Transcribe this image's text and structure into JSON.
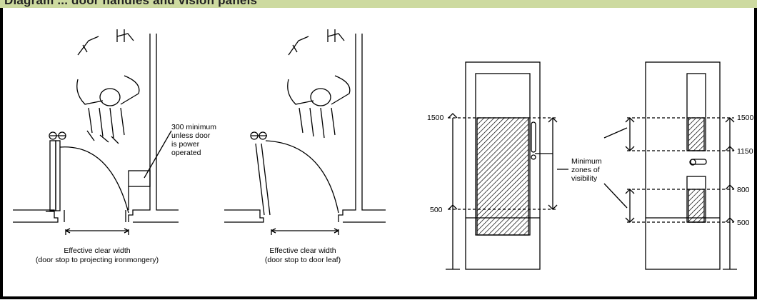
{
  "page": {
    "header_text": "Diagram ... door handles and vision panels"
  },
  "panel_left": {
    "note_lines": [
      "300 minimum",
      "unless door",
      "is power",
      "operated"
    ],
    "caption_lines": [
      "Effective clear width",
      "(door stop to projecting ironmongery)"
    ]
  },
  "panel_middle": {
    "caption_lines": [
      "Effective clear width",
      "(door stop to door leaf)"
    ]
  },
  "panel_door_a": {
    "dimension_top": "1500",
    "dimension_bottom": "500"
  },
  "panel_door_b": {
    "dimension_labels": [
      "1500",
      "1150",
      "800",
      "500"
    ],
    "visibility_note_lines": [
      "Minimum",
      "zones of",
      "visibility"
    ]
  },
  "colors": {
    "header_bg": "#cddaa0",
    "line": "#000000"
  }
}
